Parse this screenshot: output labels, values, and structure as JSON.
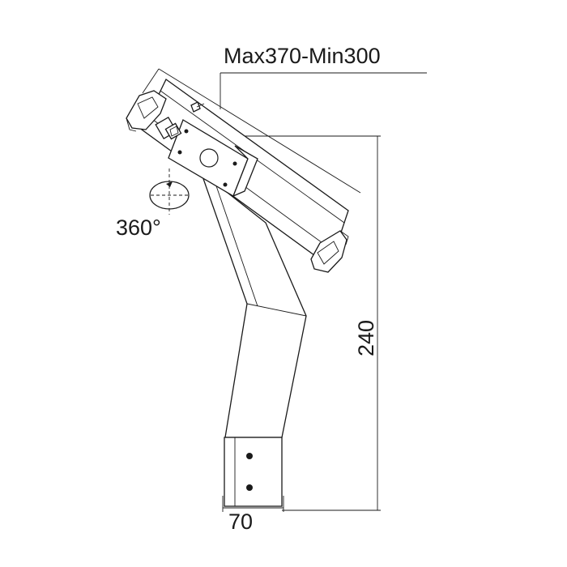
{
  "dimensions": {
    "width_range": "Max370-Min300",
    "height": "240",
    "base_width": "70",
    "rotation": "360°"
  },
  "colors": {
    "line": "#1a1a1a",
    "background": "#ffffff"
  }
}
